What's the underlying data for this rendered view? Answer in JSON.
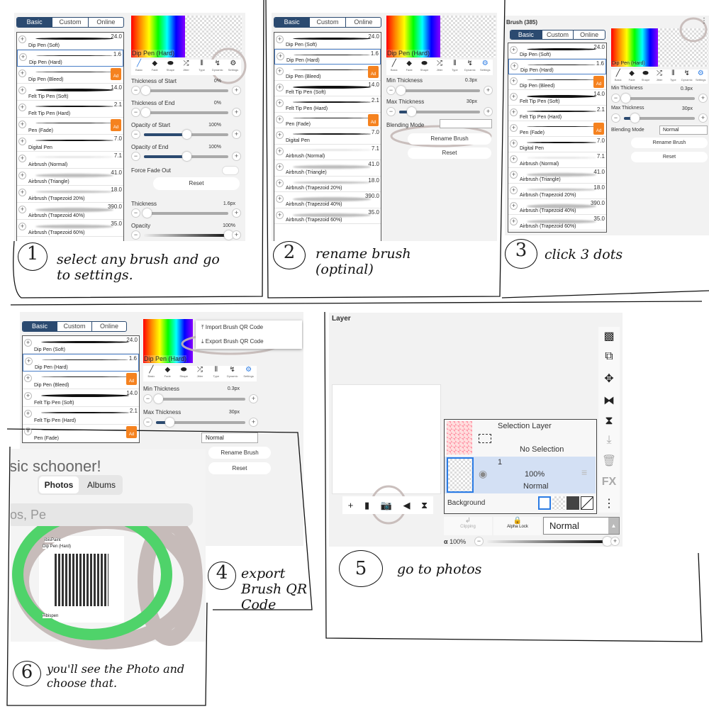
{
  "tabs": [
    "Basic",
    "Custom",
    "Online"
  ],
  "brushes": [
    {
      "name": "Dip Pen (Soft)",
      "size": "24.0",
      "ad": false,
      "w": 3
    },
    {
      "name": "Dip Pen (Hard)",
      "size": "1.6",
      "ad": false,
      "w": 1,
      "selected": true
    },
    {
      "name": "Dip Pen (Bleed)",
      "size": "",
      "ad": true,
      "w": 1
    },
    {
      "name": "Felt Tip Pen (Soft)",
      "size": "14.0",
      "ad": false,
      "w": 4
    },
    {
      "name": "Felt Tip Pen (Hard)",
      "size": "2.1",
      "ad": false,
      "w": 2
    },
    {
      "name": "Pen (Fade)",
      "size": "",
      "ad": true,
      "w": 1
    },
    {
      "name": "Digital Pen",
      "size": "7.0",
      "ad": false,
      "w": 2
    },
    {
      "name": "Airbrush (Normal)",
      "size": "7.1",
      "ad": false,
      "w": 1
    },
    {
      "name": "Airbrush (Triangle)",
      "size": "41.0",
      "ad": false,
      "w": 5
    },
    {
      "name": "Airbrush (Trapezoid 20%)",
      "size": "18.0",
      "ad": false,
      "w": 3
    },
    {
      "name": "Airbrush (Trapezoid 40%)",
      "size": "390.0",
      "ad": false,
      "w": 9
    },
    {
      "name": "Airbrush (Trapezoid 60%)",
      "size": "35.0",
      "ad": false,
      "w": 5
    }
  ],
  "ad_label": "Ad",
  "preview_name": "Dip Pen (Hard)",
  "brush_tools": [
    {
      "label": "Basic",
      "icon": "pen-icon",
      "glyph": "╱"
    },
    {
      "label": "Fade",
      "icon": "fade-icon",
      "glyph": "◆"
    },
    {
      "label": "Shape",
      "icon": "shape-icon",
      "glyph": "⬬"
    },
    {
      "label": "Jitter",
      "icon": "shuffle-icon",
      "glyph": "⤮"
    },
    {
      "label": "Type",
      "icon": "type-icon",
      "glyph": "⫴"
    },
    {
      "label": "Dynamic",
      "icon": "dynamic-icon",
      "glyph": "↯"
    },
    {
      "label": "Settings",
      "icon": "gear-icon",
      "glyph": "⚙"
    }
  ],
  "panel1": {
    "rows": [
      {
        "label": "Thickness of Start",
        "value": "0%",
        "level": 0
      },
      {
        "label": "Thickness of End",
        "value": "0%",
        "level": 0
      },
      {
        "label": "Opacity of Start",
        "value": "100%",
        "level": 50
      },
      {
        "label": "Opacity of End",
        "value": "100%",
        "level": 50
      }
    ],
    "force_fade_out": "Force Fade Out",
    "reset": "Reset",
    "thickness": {
      "label": "Thickness",
      "value": "1.6px"
    },
    "opacity": {
      "label": "Opacity",
      "value": "100%"
    }
  },
  "settings": {
    "min_thickness": "Min Thickness",
    "min_value": "0.3px",
    "max_thickness": "Max Thickness",
    "max_value": "30px",
    "blending_mode": "Blending Mode",
    "blend_value": "Normal",
    "rename": "Rename Brush",
    "reset": "Reset"
  },
  "brush_title": "Brush (385)",
  "menu": {
    "import": "Import Brush QR Code",
    "export": "Export Brush QR Code"
  },
  "layer": {
    "title": "Layer",
    "selection_layer": "Selection Layer",
    "no_selection": "No Selection",
    "layer_name": "1",
    "layer_opacity": "100%",
    "layer_mode": "Normal",
    "background": "Background",
    "clipping": "Clipping",
    "alpha_lock": "Alpha Lock",
    "blend_mode": "Normal",
    "alpha_label": "α",
    "alpha_value": "100%",
    "fx": "FX"
  },
  "photos": {
    "bg_text": "sic schooner!",
    "tab_photos": "Photos",
    "tab_albums": "Albums",
    "search_placeholder": "os, Pe",
    "card_app": "ibisPaint",
    "card_brush": "Dip Pen (Hard)",
    "card_tag": "#ibispen"
  },
  "captions": {
    "c1_num": "1",
    "c1": "select any brush and go to settings.",
    "c2_num": "2",
    "c2": "rename brush (optinal)",
    "c3_num": "3",
    "c3": "click 3 dots",
    "c4_num": "4",
    "c4": "export Brush QR Code",
    "c5_num": "5",
    "c5": "go to photos",
    "c6_num": "6",
    "c6": "you'll see the Photo and choose that."
  },
  "colors": {
    "accent": "#2b4a70",
    "ad": "#f5821f",
    "highlight": "#2a7be4",
    "circle": "#c4b8b6",
    "green": "#4fd36a",
    "layer_sel": "#d3e0f4"
  }
}
